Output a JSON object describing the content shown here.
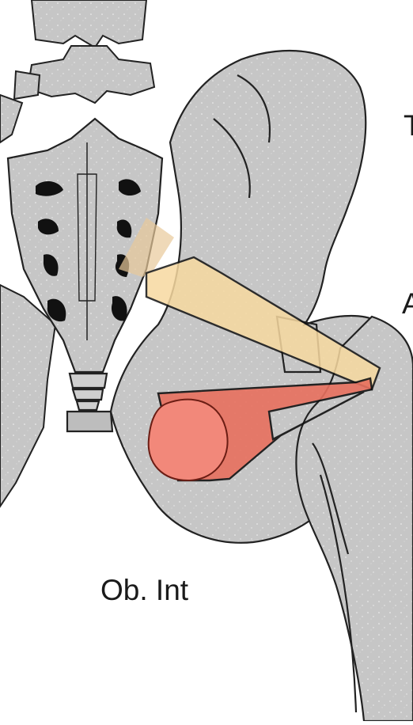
{
  "labels": {
    "muscle_label": "Ob. Int",
    "right_top_fragment": "T",
    "right_mid_fragment": "A"
  },
  "colors": {
    "bone_fill": "#c8c8c8",
    "bone_stroke": "#222222",
    "foramen_fill": "#111111",
    "piriformis_fill": "#f7d9a0",
    "obturator_fill": "#e8705e",
    "obturator_head_fill": "#f2887a",
    "background": "#ffffff"
  },
  "icons": {
    "pelvis": "pelvis-illustration",
    "femur": "femur-illustration"
  }
}
